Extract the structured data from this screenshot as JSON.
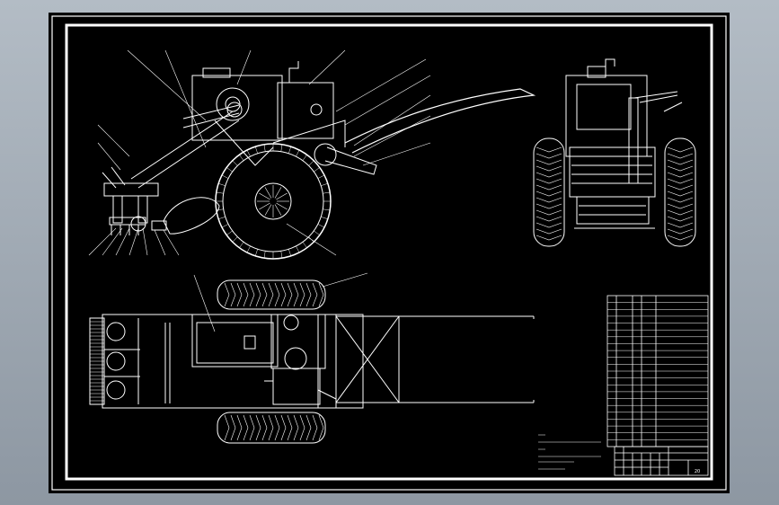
{
  "drawing": {
    "background_color": "#000000",
    "line_color": "#ffffff",
    "viewport_color": "#9aa3ad",
    "views": [
      "side-view",
      "front-view",
      "top-view"
    ]
  },
  "parts_list": {
    "row_count": 22
  },
  "title_block": {
    "sheet_number": "20"
  }
}
